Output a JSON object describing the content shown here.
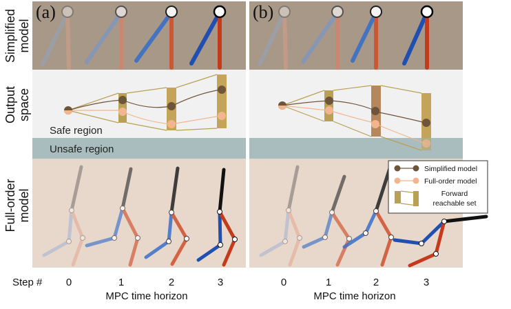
{
  "panels": [
    {
      "letter": "(a)"
    },
    {
      "letter": "(b)"
    }
  ],
  "row_labels": {
    "simplified_1": "Simplified",
    "simplified_2": "model",
    "output_1": "Output",
    "output_2": "space",
    "full_1": "Full-order",
    "full_2": "model"
  },
  "regions": {
    "safe": "Safe region",
    "unsafe": "Unsafe region"
  },
  "legend": {
    "simplified": "Simplified model",
    "full": "Full-order model",
    "reach_1": "Forward",
    "reach_2": "reachable set"
  },
  "x_axis": {
    "step_label": "Step #",
    "steps": [
      "0",
      "1",
      "2",
      "3"
    ],
    "title": "MPC time horizon"
  },
  "colors": {
    "simplified_bg": "#a89888",
    "output_bg": "#f1f1f1",
    "unsafe_band": "#a9bdbe",
    "full_bg": "#e8d8cc",
    "reach_set": "#b8a055",
    "simplified_dot": "#6e5438",
    "full_dot": "#f2b58e",
    "blue_leg": "#3a6fc9",
    "red_leg": "#d0502c"
  }
}
